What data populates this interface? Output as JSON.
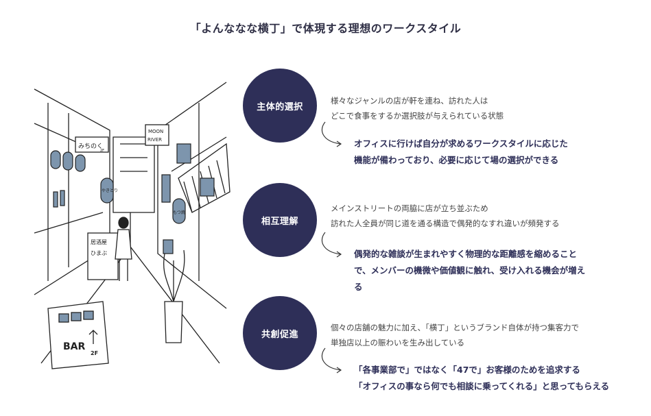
{
  "title": "「よんななな横丁」で体現する理想のワークスタイル",
  "illustration": {
    "signs": {
      "michinoku": "みちのく",
      "floor2": "2F",
      "moon": "MOON",
      "river": "RIVER",
      "izakaya": "居酒屋",
      "hima": "ひまぶ",
      "yakitori": "やきとり",
      "motsu": "もつ焼",
      "bar": "BAR",
      "bar_floor": "2F"
    }
  },
  "rows": [
    {
      "label": "主体的選択",
      "desc": [
        "様々なジャンルの店が軒を連ね、訪れた人は",
        "どこで食事をするか選択肢が与えられている状態"
      ],
      "result": [
        "オフィスに行けば自分が求めるワークスタイルに応じた",
        "機能が備わっており、必要に応じて場の選択ができる"
      ]
    },
    {
      "label": "相互理解",
      "desc": [
        "メインストリートの両脇に店が立ち並ぶため",
        "訪れた人全員が同じ道を通る構造で偶発的なすれ違いが頻発する"
      ],
      "result": [
        "偶発的な雑談が生まれやすく物理的な距離感を縮めること",
        "で、メンバーの機微や価値観に触れ、受け入れる機会が増え",
        "る"
      ]
    },
    {
      "label": "共創促進",
      "desc": [
        "個々の店舗の魅力に加え、「横丁」というブランド自体が持つ集客力で",
        "単独店以上の賑わいを生み出している"
      ],
      "result": [
        "「各事業部で」ではなく「47で」お客様のためを追求する",
        "「オフィスの事なら何でも相談に乗ってくれる」と思ってもらえる"
      ]
    }
  ],
  "colors": {
    "accent": "#2e2f58",
    "sign_blue": "#7d95ad"
  }
}
